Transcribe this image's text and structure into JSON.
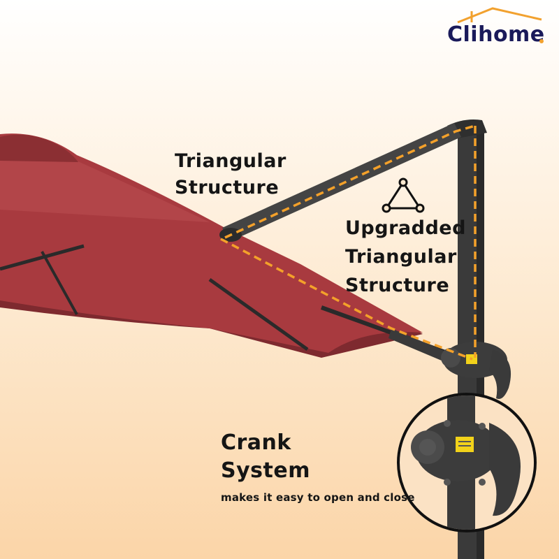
{
  "brand": {
    "logo_text": "Clihome"
  },
  "callouts": {
    "triangular": {
      "line1": "Triangular",
      "line2": "Structure"
    },
    "upgraded": {
      "line1": "Upgradded",
      "line2": "Triangular",
      "line3": "Structure"
    },
    "crank": {
      "line1": "Crank",
      "line2": "System",
      "subtext": "makes it easy to open and close"
    }
  },
  "colors": {
    "canopy": "#a83a3f",
    "pole": "#3a3a3a",
    "dashed_highlight": "#f4a12a",
    "background": "#fde9cf",
    "logo_text": "#1a1a5a",
    "logo_accent": "#f2a12e"
  }
}
